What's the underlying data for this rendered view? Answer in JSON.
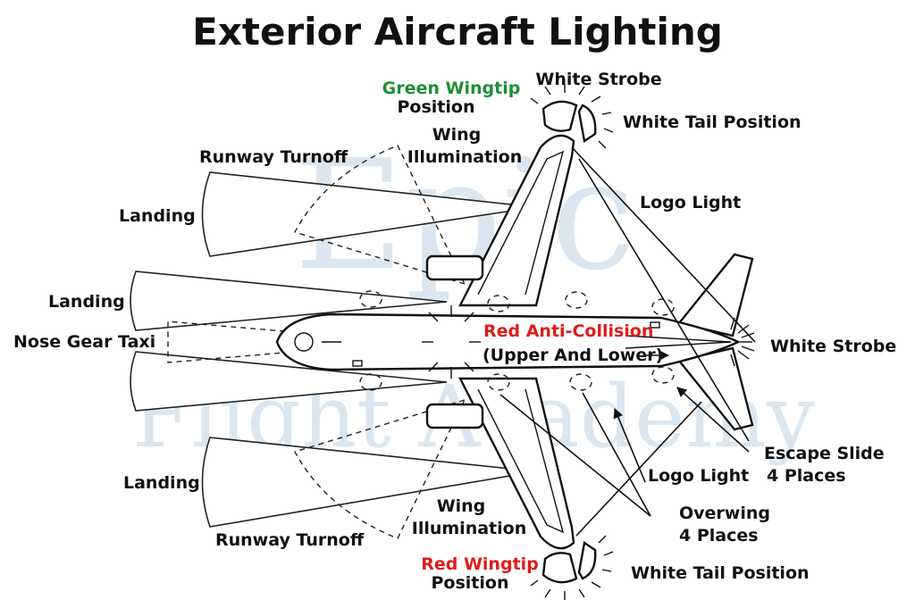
{
  "title": "Exterior Aircraft Lighting",
  "watermark": {
    "line1": "Epic",
    "line2": "Flight Academy"
  },
  "labels": {
    "green_wingtip": "Green Wingtip",
    "green_wingtip_position": "Position",
    "white_strobe_top": "White Strobe",
    "white_tail_position_top": "White Tail Position",
    "wing_illumination_top_1": "Wing",
    "wing_illumination_top_2": "Illumination",
    "runway_turnoff_top": "Runway Turnoff",
    "logo_light_top": "Logo Light",
    "landing_upper": "Landing",
    "landing_middle": "Landing",
    "nose_gear_taxi": "Nose Gear Taxi",
    "red_anti_collision": "Red Anti-Collision",
    "upper_and_lower": "(Upper And Lower)",
    "white_strobe_tail": "White Strobe",
    "escape_slide_1": "Escape Slide",
    "escape_slide_2": "4 Places",
    "logo_light_bottom": "Logo Light",
    "landing_lower": "Landing",
    "wing_illumination_bottom_1": "Wing",
    "wing_illumination_bottom_2": "Illumination",
    "overwing_1": "Overwing",
    "overwing_2": "4 Places",
    "runway_turnoff_bottom": "Runway Turnoff",
    "red_wingtip": "Red Wingtip",
    "red_wingtip_position": "Position",
    "white_tail_position_bottom": "White Tail Position"
  },
  "colors": {
    "green": "#1e8f34",
    "red": "#e01b1b",
    "watermark": "#dbe7f0",
    "ink": "#111111"
  }
}
